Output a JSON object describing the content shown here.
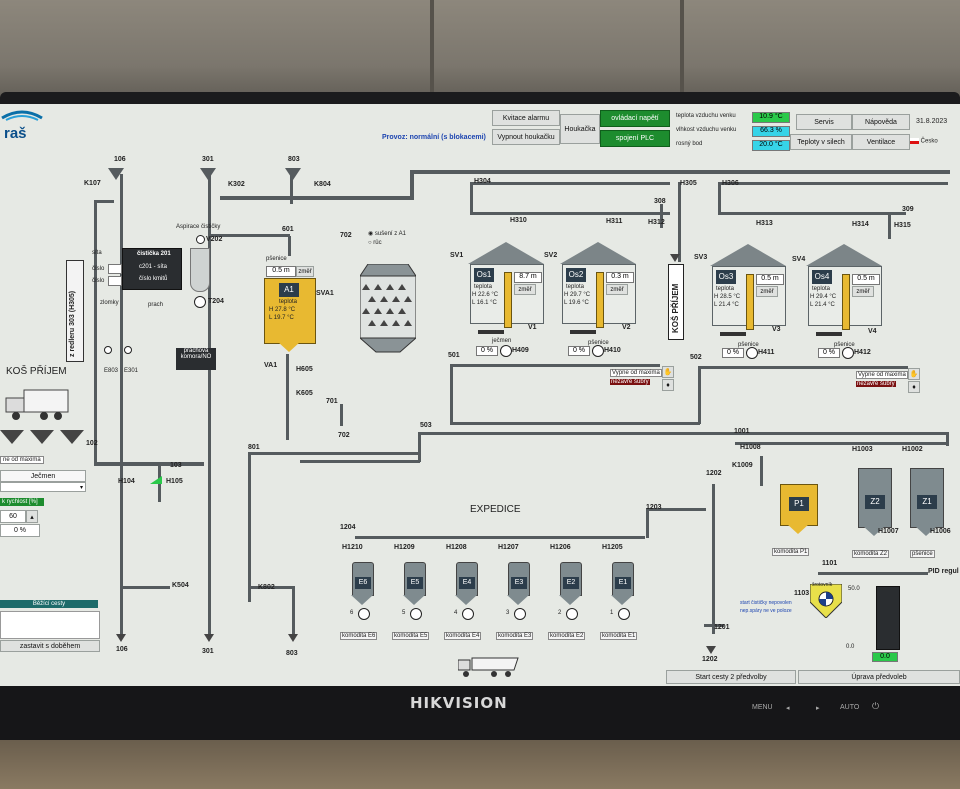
{
  "header": {
    "alarm_ack": "Kvitace alarmu",
    "horn_off": "Vypnout houkačku",
    "horn": "Houkačka",
    "mode_label": "Provoz:",
    "mode_value": "normální (s blokacemi)",
    "voltage": "ovládací napětí",
    "plc": "spojení PLC",
    "outside_temp_label": "teplota vzduchu venku",
    "outside_temp_value": "10.9 °C",
    "humidity_label": "vlhkost vzduchu venku",
    "humidity_value": "66.3 %",
    "dewpoint_label": "rosný bod",
    "dewpoint_value": "20.0 °C",
    "service": "Servis",
    "help": "Nápověda",
    "date": "31.8.2023",
    "silo_temp": "Teploty v silech",
    "ventilation": "Ventilace",
    "language": "Česko"
  },
  "left": {
    "intake_title": "KOŠ PŘÍJEM",
    "redler": "z redleru 303 (H305)",
    "from_max": "ne od maxima",
    "grain": "Ječmen",
    "speed_label": "k rychlost [%]",
    "speed_value": "60",
    "speed_pct": "0 %",
    "running_routes": "Běžící cesty",
    "stop_after": "zastavit s doběhem",
    "sita": "síta",
    "cislo1": "číslo",
    "cislo2": "číslo",
    "cleaner": "čistička 201",
    "c201": "c201 - síta",
    "freq": "číslo kmitů",
    "zlomky": "zlomky",
    "prach": "prach",
    "e803": "E803",
    "e301": "E301"
  },
  "labels": {
    "n106": "106",
    "n301": "301",
    "n803": "803",
    "k107": "K107",
    "k302": "K302",
    "k804": "K804",
    "aspirace": "Aspirace čističky",
    "v202": "V202",
    "t204": "T204",
    "dust_chamber_1": "prachová",
    "dust_chamber_2": "komora/NO",
    "n601": "601",
    "n702": "702",
    "n701": "701",
    "n702b": "702",
    "h605": "H605",
    "k605": "K605",
    "va1": "VA1",
    "sva1": "SVA1",
    "drying_1": "sušení z A1",
    "drying_2": "rûc",
    "n102": "102",
    "n103": "103",
    "h104": "H104",
    "h105": "H105",
    "n801": "801",
    "n503": "503",
    "n501": "501",
    "n502": "502",
    "h304": "H304",
    "h305": "H305",
    "h306": "H306",
    "n308": "308",
    "n309": "309",
    "h310": "H310",
    "h311": "H311",
    "h312": "H312",
    "h313": "H313",
    "h314": "H314",
    "h315": "H315",
    "sv1": "SV1",
    "sv2": "SV2",
    "sv3": "SV3",
    "sv4": "SV4",
    "v1": "V1",
    "v2": "V2",
    "v3": "V3",
    "v4": "V4",
    "h409": "H409",
    "h410": "H410",
    "h411": "H411",
    "h412": "H412",
    "k504": "K504",
    "k802": "K802",
    "b106": "106",
    "b301": "301",
    "b803": "803",
    "expedice": "EXPEDICE",
    "n1204": "1204",
    "n1203": "1203",
    "n1202": "1202",
    "n1202b": "1202",
    "n1201": "1201",
    "n1001": "1001",
    "h1008": "H1008",
    "k1009": "K1009",
    "h1003": "H1003",
    "h1002": "H1002",
    "h1007": "H1007",
    "h1006": "H1006",
    "n1101": "1101",
    "n1103": "1103",
    "pid": "PID regul",
    "intake_vertical": "KOŠ PŘÍJEM",
    "start_cleaner_1": "start čističky nepovolen",
    "start_cleaner_2": "nep.spáry ne ve poloze",
    "scale_max": "50.0",
    "scale_zero": "0.0",
    "scale_val": "0.0",
    "vypne_1": "Vypne od maxima",
    "nezavre_1": "nezavře šubry",
    "vypne_2": "Vypne od maxima",
    "nezavre_2": "nezavře šubry"
  },
  "a1": {
    "grain": "pšenice",
    "level": "0.5 m",
    "change": "změř",
    "name": "A1",
    "temp_label": "teplota",
    "temp_h": "H  27.8 °C",
    "temp_l": "L  19.7 °C"
  },
  "silos": [
    {
      "name": "Os1",
      "level": "8.7 m",
      "change": "změř",
      "temp_label": "teplota",
      "h": "H 22.6 °C",
      "l": "L  16.1 °C",
      "grain": "ječmen",
      "pct": "0 %"
    },
    {
      "name": "Os2",
      "level": "0.3 m",
      "change": "změř",
      "temp_label": "teplota",
      "h": "H 29.7 °C",
      "l": "L  19.6 °C",
      "grain": "pšenice",
      "pct": "0 %"
    },
    {
      "name": "Os3",
      "level": "0.5 m",
      "change": "změř",
      "temp_label": "teplota",
      "h": "H 28.5 °C",
      "l": "L  21.4 °C",
      "grain": "pšenice",
      "pct": "0 %"
    },
    {
      "name": "Os4",
      "level": "0.5 m",
      "change": "změř",
      "temp_label": "teplota",
      "h": "H 29.4 °C",
      "l": "L  21.4 °C",
      "grain": "pšenice",
      "pct": "0 %"
    }
  ],
  "expedice": [
    {
      "h": "H1210",
      "tag": "E6",
      "num": "6",
      "com": "komodita E6"
    },
    {
      "h": "H1209",
      "tag": "E5",
      "num": "5",
      "com": "komodita E5"
    },
    {
      "h": "H1208",
      "tag": "E4",
      "num": "4",
      "com": "komodita E4"
    },
    {
      "h": "H1207",
      "tag": "E3",
      "num": "3",
      "com": "komodita E3"
    },
    {
      "h": "H1206",
      "tag": "E2",
      "num": "2",
      "com": "komodita E2"
    },
    {
      "h": "H1205",
      "tag": "E1",
      "num": "1",
      "com": "komodita E1"
    }
  ],
  "right_silos": [
    {
      "tag": "P1",
      "com": "komodita P1"
    },
    {
      "tag": "Z2",
      "com": "komodita Z2"
    },
    {
      "tag": "Z1",
      "com": "pšenice"
    }
  ],
  "scale": {
    "name": "šrotovník"
  },
  "footer": {
    "start": "Start cesty 2 předvolby",
    "edit": "Úprava předvoleb"
  },
  "monitor": {
    "brand": "HIKVISION",
    "menu": "MENU",
    "auto": "AUTO"
  },
  "colors": {
    "green": "#1d8c2e",
    "yellow": "#e8b931",
    "cyan": "#36d4e8",
    "pipe": "#555b5e"
  }
}
